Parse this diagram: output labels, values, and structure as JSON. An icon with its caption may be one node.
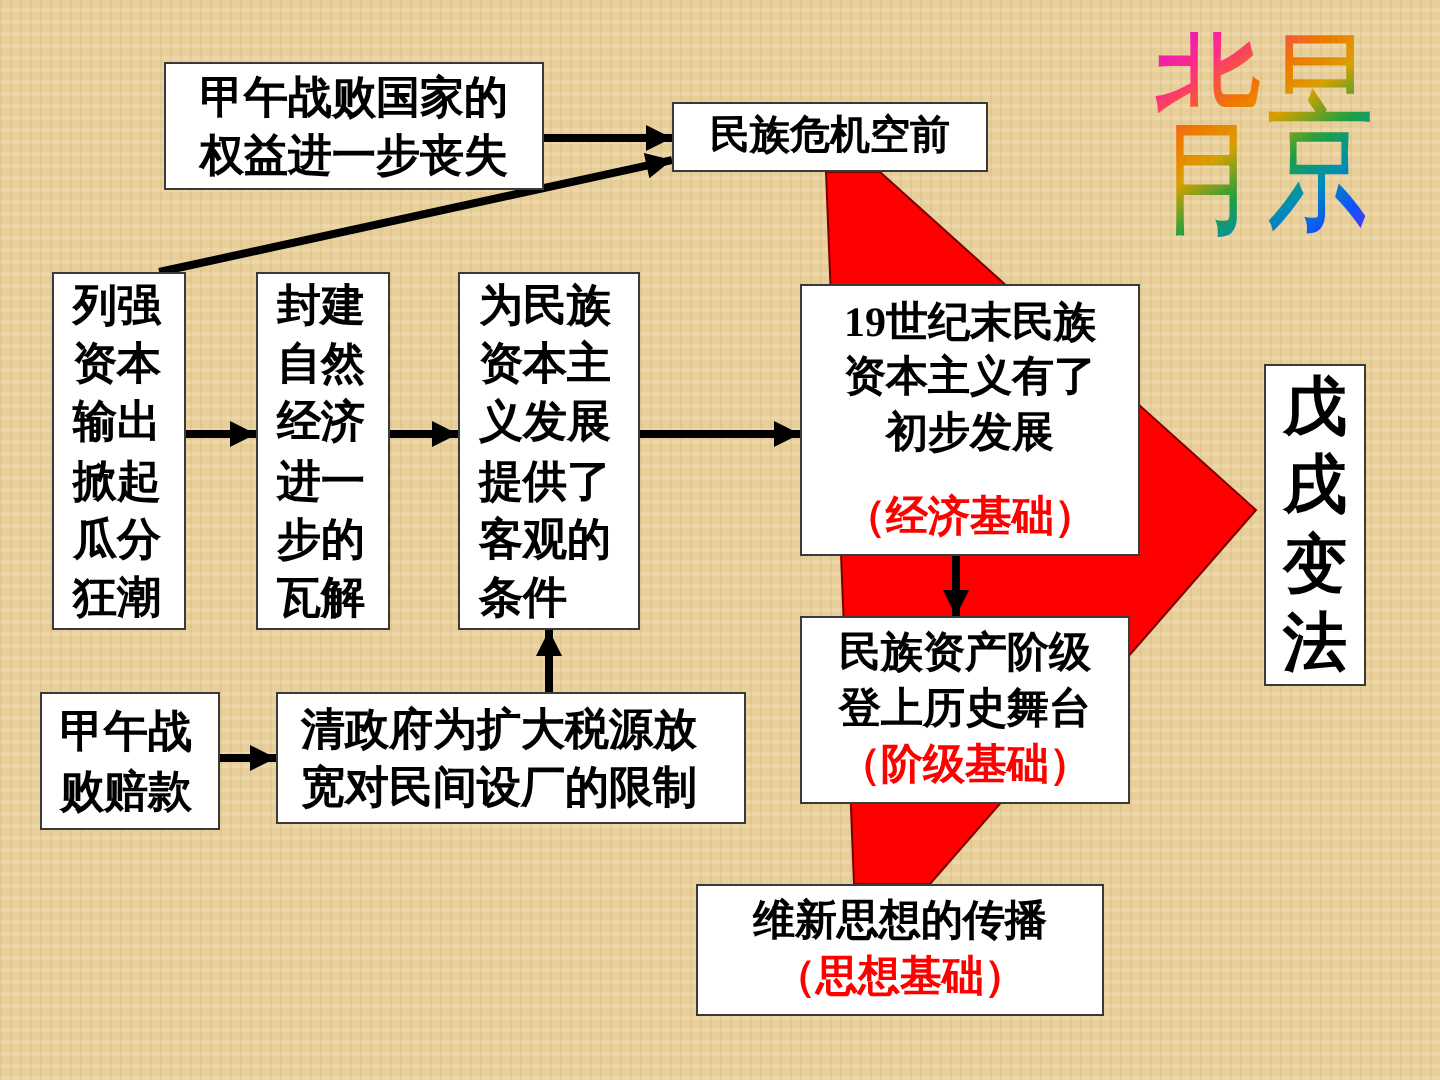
{
  "diagram": {
    "title": "背景",
    "nodes": [
      {
        "text": [
          "甲午战败国家的权益进一步丧失"
        ]
      },
      {
        "text": [
          "民族危机空前"
        ]
      },
      {
        "text": [
          "列强资本输出掀起瓜分狂潮"
        ]
      },
      {
        "text": [
          "封建自然经济进一步的瓦解"
        ]
      },
      {
        "text": [
          "为民族资本主义发展提供了客观的条件"
        ]
      },
      {
        "text": [
          "19世纪末民族资本主义有了初步发展",
          "（经济基础）"
        ]
      },
      {
        "text": [
          "戊戌变法"
        ]
      },
      {
        "text": [
          "民族资产阶级登上历史舞台",
          "（阶级基础）"
        ]
      },
      {
        "text": [
          "甲午战败赔款"
        ]
      },
      {
        "text": [
          "清政府为扩大税源放宽对民间设厂的限制"
        ]
      },
      {
        "text": [
          "维新思想的传播",
          "（思想基础）"
        ]
      }
    ],
    "edges": [
      {
        "from": 0,
        "to": 1,
        "arrow": "to"
      },
      {
        "from": 2,
        "to": 1,
        "arrow": "to"
      },
      {
        "from": 2,
        "to": 3,
        "arrow": "to"
      },
      {
        "from": 3,
        "to": 4,
        "arrow": "to"
      },
      {
        "from": 4,
        "to": 5,
        "arrow": "to"
      },
      {
        "from": 5,
        "to": 7,
        "arrow": "to"
      },
      {
        "from": 8,
        "to": 9,
        "arrow": "to"
      },
      {
        "from": 9,
        "to": 4,
        "arrow": "to"
      }
    ]
  }
}
